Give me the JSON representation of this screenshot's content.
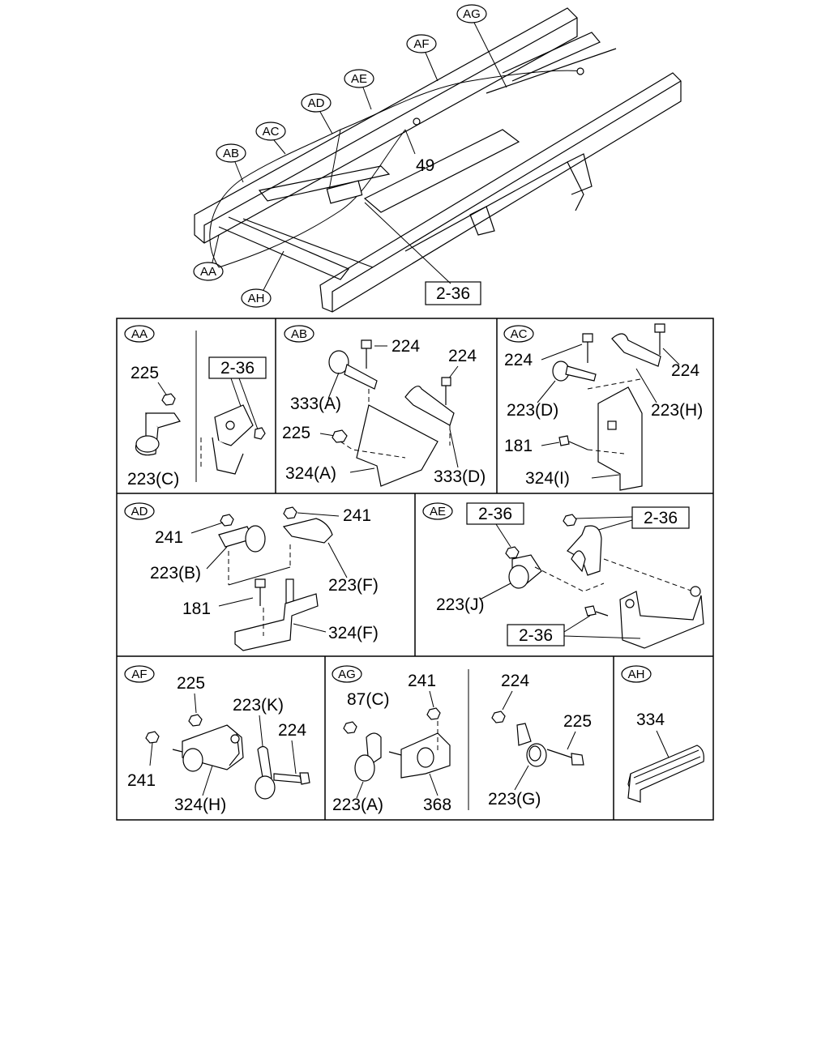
{
  "callouts": {
    "ag": "AG",
    "af": "AF",
    "ae": "AE",
    "ad": "AD",
    "ac": "AC",
    "ab": "AB",
    "aa": "AA",
    "ah": "AH"
  },
  "overview": {
    "part_49": "49",
    "ref_box": "2-36"
  },
  "panels": {
    "aa": {
      "tag": "AA",
      "nut": "225",
      "clip": "223(C)",
      "ref": "2-36"
    },
    "ab": {
      "tag": "AB",
      "bolt1": "224",
      "clip1": "333(A)",
      "bolt2": "224",
      "nut": "225",
      "bracket": "324(A)",
      "clip2": "333(D)"
    },
    "ac": {
      "tag": "AC",
      "bolt1": "224",
      "bolt2": "224",
      "clip1": "223(D)",
      "clip2": "223(H)",
      "bolt3": "181",
      "bracket": "324(I)"
    },
    "ad": {
      "tag": "AD",
      "nut1": "241",
      "nut2": "241",
      "clip1": "223(B)",
      "clip2": "223(F)",
      "bolt": "181",
      "bracket": "324(F)"
    },
    "ae": {
      "tag": "AE",
      "ref1": "2-36",
      "ref2": "2-36",
      "clip": "223(J)",
      "ref3": "2-36"
    },
    "af": {
      "tag": "AF",
      "nut1": "225",
      "clip": "223(K)",
      "bolt": "224",
      "nut2": "241",
      "bracket": "324(H)"
    },
    "ag": {
      "tag": "AG",
      "nut1": "87(C)",
      "nut2": "241",
      "clip1": "223(A)",
      "bracket": "368",
      "bolt": "224",
      "nut3": "225",
      "clip2": "223(G)"
    },
    "ah": {
      "tag": "AH",
      "part": "334"
    }
  }
}
